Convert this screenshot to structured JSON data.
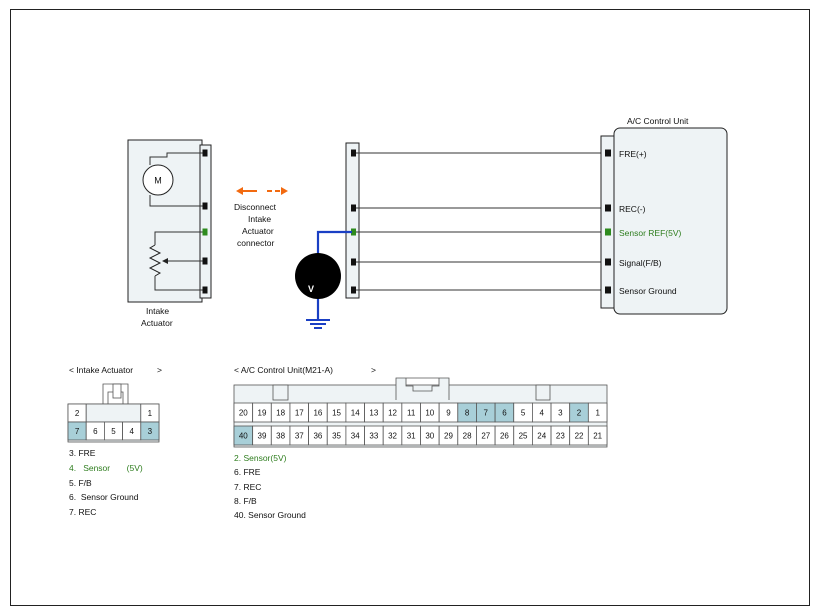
{
  "frame": {
    "border_color": "#222222"
  },
  "colors": {
    "wire": "#333333",
    "sensor_wire": "#1a3fc4",
    "sensor_pin": "#2e8b1e",
    "arrow": "#f26a10",
    "teal": "#a8cfd8",
    "panel": "#eef3f5"
  },
  "actuator": {
    "name_line1": "Intake",
    "name_line2": "Actuator",
    "motor_label": "M"
  },
  "disconnect": {
    "line1": "Disconnect",
    "line2": "Intake",
    "line3": "Actuator",
    "line4": "connector"
  },
  "voltmeter": {
    "label": "V"
  },
  "ac_unit": {
    "title": "A/C Control Unit",
    "pins": [
      {
        "label": "FRE(+)",
        "highlight": false
      },
      {
        "label": "REC(-)",
        "highlight": false
      },
      {
        "label": "Sensor REF(5V)",
        "highlight": true
      },
      {
        "label": "Signal(F/B)",
        "highlight": false
      },
      {
        "label": "Sensor Ground",
        "highlight": false
      }
    ]
  },
  "connector_left": {
    "title": "< Intake Actuator",
    "title_end": ">",
    "top_row": [
      "2",
      "",
      "",
      "",
      "1"
    ],
    "bottom_row": [
      "7",
      "6",
      "5",
      "4",
      "3"
    ],
    "teal_cells": [
      "7",
      "3"
    ],
    "legend": [
      {
        "num": "3.",
        "text": "FRE",
        "text2": "",
        "green": false
      },
      {
        "num": "4.",
        "text": "Sensor",
        "text2": "(5V)",
        "green": true
      },
      {
        "num": "5.",
        "text": "F/B",
        "text2": "",
        "green": false
      },
      {
        "num": "6.",
        "text": "Sensor Ground",
        "text2": "",
        "green": false
      },
      {
        "num": "7.",
        "text": "REC",
        "text2": "",
        "green": false
      }
    ]
  },
  "connector_right": {
    "title": "< A/C Control Unit(M21-A)",
    "title_end": ">",
    "top_row": [
      "20",
      "19",
      "18",
      "17",
      "16",
      "15",
      "14",
      "13",
      "12",
      "11",
      "10",
      "9",
      "8",
      "7",
      "6",
      "5",
      "4",
      "3",
      "2",
      "1"
    ],
    "bottom_row": [
      "40",
      "39",
      "38",
      "37",
      "36",
      "35",
      "34",
      "33",
      "32",
      "31",
      "30",
      "29",
      "28",
      "27",
      "26",
      "25",
      "24",
      "23",
      "22",
      "21"
    ],
    "teal_cells": [
      "8",
      "7",
      "6",
      "2",
      "40"
    ],
    "legend": [
      {
        "text": "2. Sensor(5V)",
        "green": true
      },
      {
        "text": "6. FRE",
        "green": false
      },
      {
        "text": "7. REC",
        "green": false
      },
      {
        "text": "8. F/B",
        "green": false
      },
      {
        "text": "40. Sensor Ground",
        "green": false
      }
    ]
  }
}
